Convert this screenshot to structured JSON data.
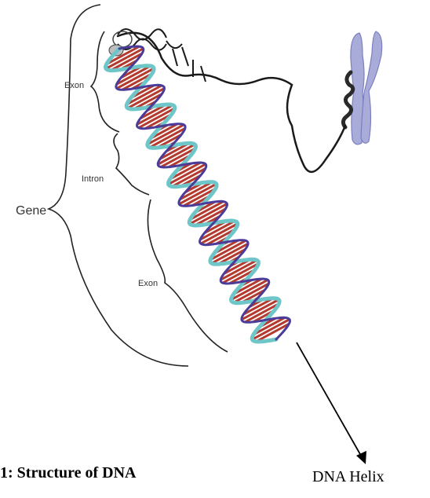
{
  "labels": {
    "gene": "Gene",
    "exon_top": "Exon",
    "intron": "Intron",
    "exon_bottom": "Exon"
  },
  "caption": "1: Structure of DNA",
  "pointer_label": "DNA Helix",
  "colors": {
    "backbone_a": "#6fc6c8",
    "backbone_b": "#4b3c9a",
    "base_pair": "#b33a2e",
    "chromosome": "#a9acd9",
    "coil": "#1a1a1a"
  },
  "icons": {
    "chromosome": "chromosome-icon",
    "helix": "dna-helix-icon",
    "pointer": "arrow-down-right-icon"
  }
}
